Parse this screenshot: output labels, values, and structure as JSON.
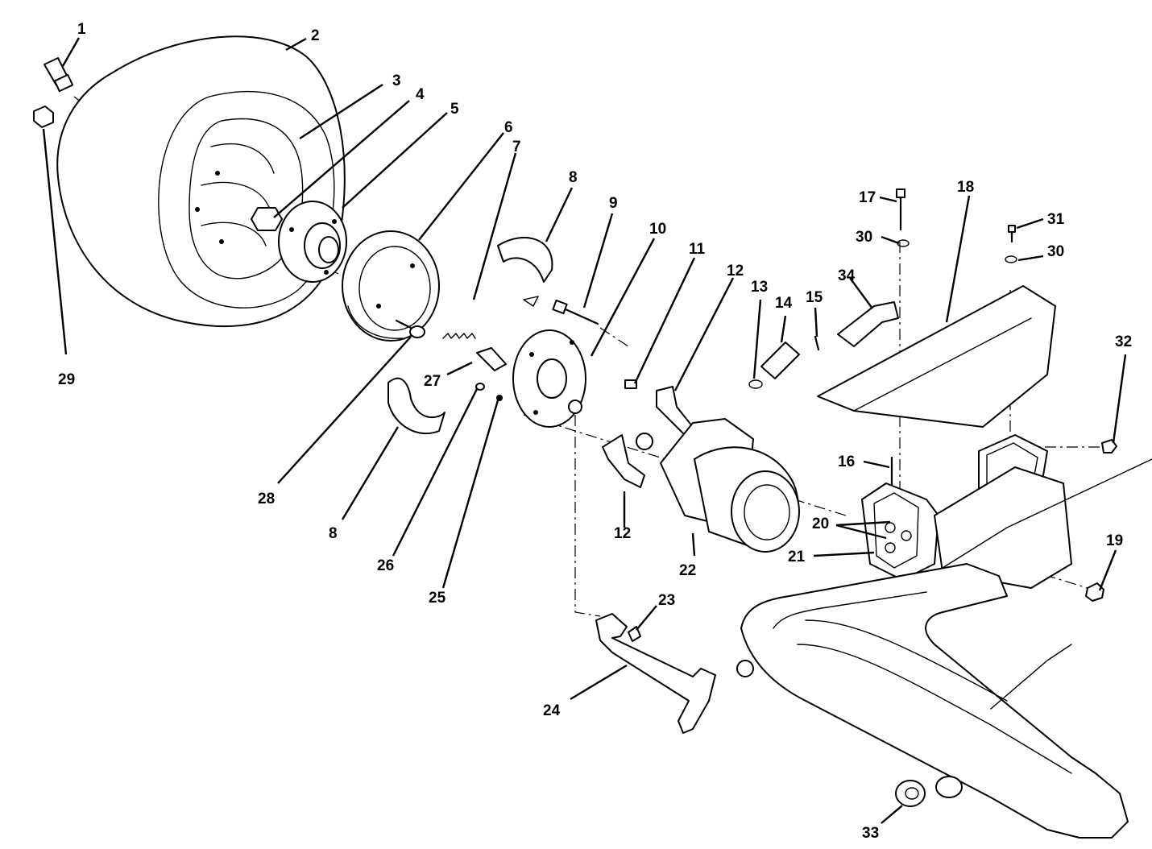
{
  "callouts": [
    {
      "id": "c1",
      "text": "1"
    },
    {
      "id": "c2",
      "text": "2"
    },
    {
      "id": "c3",
      "text": "3"
    },
    {
      "id": "c4",
      "text": "4"
    },
    {
      "id": "c5",
      "text": "5"
    },
    {
      "id": "c6",
      "text": "6"
    },
    {
      "id": "c7",
      "text": "7"
    },
    {
      "id": "c8a",
      "text": "8"
    },
    {
      "id": "c8b",
      "text": "8"
    },
    {
      "id": "c9",
      "text": "9"
    },
    {
      "id": "c10",
      "text": "10"
    },
    {
      "id": "c11",
      "text": "11"
    },
    {
      "id": "c12a",
      "text": "12"
    },
    {
      "id": "c12b",
      "text": "12"
    },
    {
      "id": "c13",
      "text": "13"
    },
    {
      "id": "c14",
      "text": "14"
    },
    {
      "id": "c15",
      "text": "15"
    },
    {
      "id": "c16",
      "text": "16"
    },
    {
      "id": "c17",
      "text": "17"
    },
    {
      "id": "c18",
      "text": "18"
    },
    {
      "id": "c19",
      "text": "19"
    },
    {
      "id": "c20",
      "text": "20"
    },
    {
      "id": "c21",
      "text": "21"
    },
    {
      "id": "c22",
      "text": "22"
    },
    {
      "id": "c23",
      "text": "23"
    },
    {
      "id": "c24",
      "text": "24"
    },
    {
      "id": "c25",
      "text": "25"
    },
    {
      "id": "c26",
      "text": "26"
    },
    {
      "id": "c27",
      "text": "27"
    },
    {
      "id": "c28",
      "text": "28"
    },
    {
      "id": "c29",
      "text": "29"
    },
    {
      "id": "c30a",
      "text": "30"
    },
    {
      "id": "c30b",
      "text": "30"
    },
    {
      "id": "c31",
      "text": "31"
    },
    {
      "id": "c32",
      "text": "32"
    },
    {
      "id": "c33",
      "text": "33"
    },
    {
      "id": "c34",
      "text": "34"
    }
  ]
}
